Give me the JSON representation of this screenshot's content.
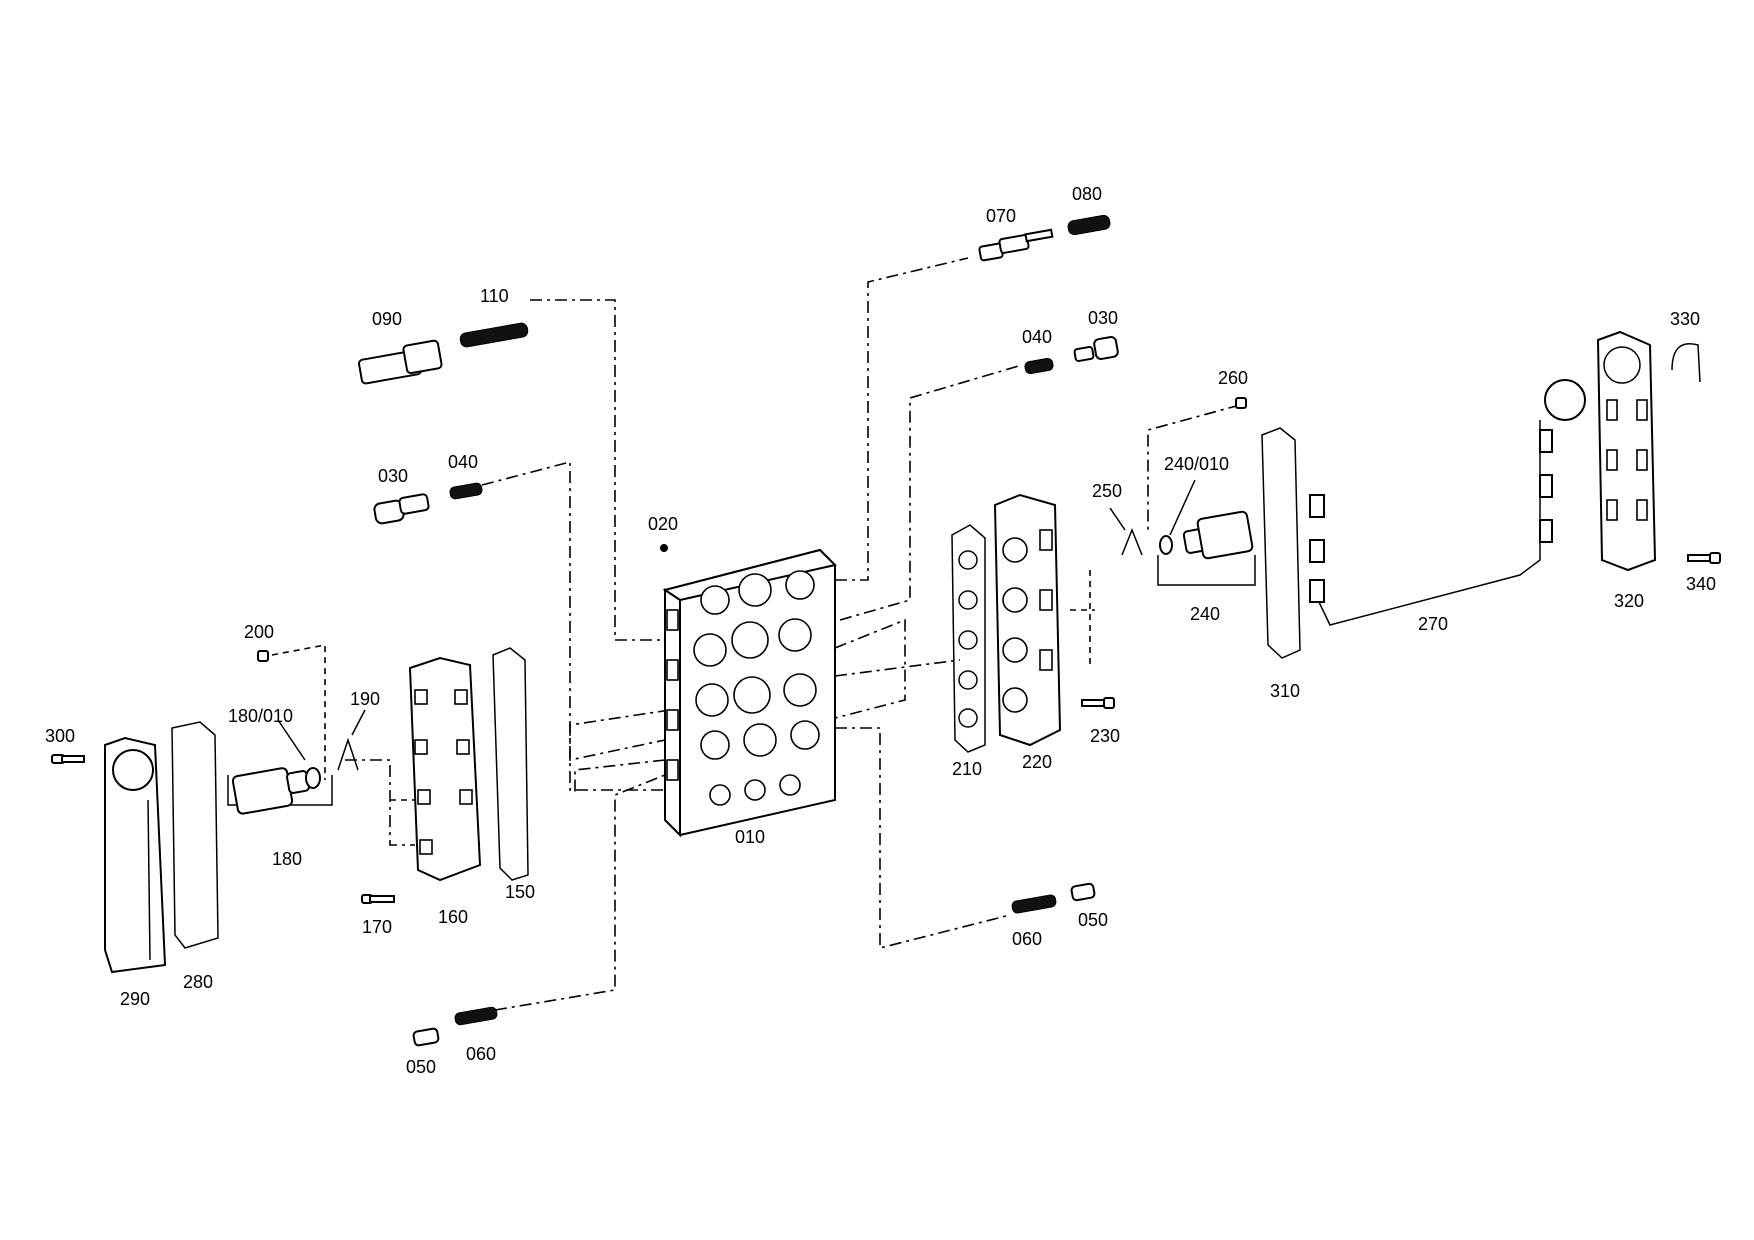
{
  "diagram": {
    "labels": {
      "p010": "010",
      "p020": "020",
      "p030a": "030",
      "p040a": "040",
      "p090": "090",
      "p110": "110",
      "p070": "070",
      "p080": "080",
      "p040b": "040",
      "p030b": "030",
      "p260": "260",
      "p240_010": "240/010",
      "p250": "250",
      "p240": "240",
      "p210": "210",
      "p220": "220",
      "p230": "230",
      "p310": "310",
      "p270": "270",
      "p320": "320",
      "p330": "330",
      "p340": "340",
      "p200": "200",
      "p180_010": "180/010",
      "p190": "190",
      "p180": "180",
      "p300": "300",
      "p290": "290",
      "p280": "280",
      "p160": "160",
      "p150": "150",
      "p170": "170",
      "p060a": "060",
      "p050a": "050",
      "p060b": "060",
      "p050b": "050"
    }
  }
}
